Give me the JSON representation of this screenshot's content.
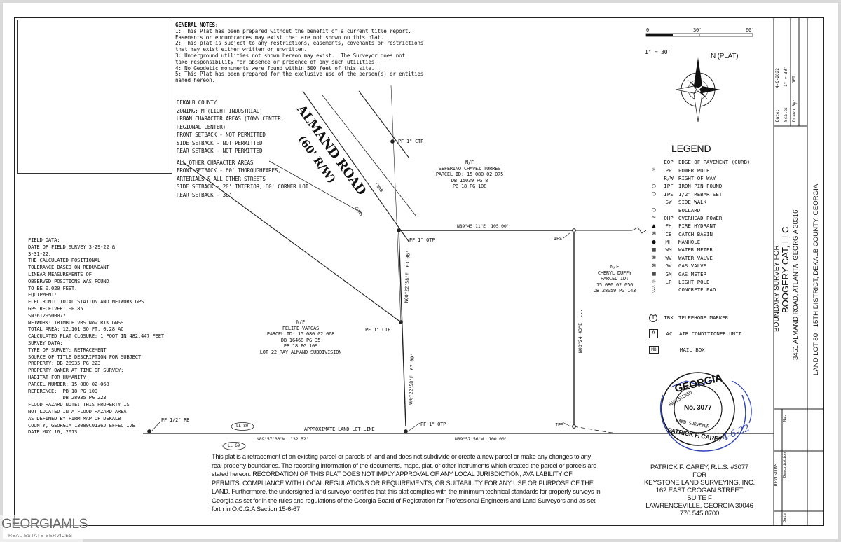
{
  "general_notes": {
    "title": "GENERAL NOTES:",
    "lines": [
      "1: This Plat has been prepared without the benefit of a current title report.",
      "Easements or encumbrances may exist that are not shown on this plat.",
      "2: This plat is subject to any restrictions, easements, covenants or restrictions",
      "that may exist either written or unwritten.",
      "3: Underground utilities not shown hereon may exist.  The Surveyor does not",
      "take responsibility for absence or presence of any such utilities.",
      "4: No Geodetic monuments were found within 500 feet of this site.",
      "5: This Plat has been prepared for the exclusive use of the person(s) or entities",
      "named hereon."
    ]
  },
  "zoning": {
    "lines": [
      "DEKALB COUNTY",
      "ZONING: M (LIGHT INDUSTRIAL)",
      "URBAN CHARACTER AREAS (TOWN CENTER,",
      "REGIONAL CENTER)",
      "FRONT SETBACK - NOT PERMITTED",
      "SIDE SETBACK - NOT PERMITTED",
      "REAR SETBACK - NOT PERMITTED",
      "",
      "ALL OTHER CHARACTER AREAS",
      "FRONT SETBACK - 60' THOROUGHFARES,",
      "ARTERIALS & ALL OTHER STREETS",
      "SIDE SETBACK - 20' INTERIOR, 60' CORNER LOT",
      "REAR SETBACK - 30'"
    ]
  },
  "field_data": {
    "lines": [
      "FIELD DATA:",
      "",
      "DATE OF FIELD SURVEY 3-29-22 &",
      "3-31-22.",
      "",
      "THE CALCULATED POSITIONAL",
      "TOLERANCE BASED ON REDUNDANT",
      "LINEAR MEASUREMENTS OF",
      "OBSERVED POSITIONS WAS FOUND",
      "TO BE 0.020 FEET.",
      "",
      "EQUIPMENT:",
      "ELECTRONIC TOTAL STATION AND NETWORK GPS",
      "GPS RECEIVER: SP 85",
      "SN:6129500077",
      "NETWORK: TRIMBLE VRS Now RTK GNSS",
      "",
      "TOTAL AREA: 12,161 SQ FT, 0.28 AC",
      "",
      "CALCULATED PLAT CLOSURE: 1 FOOT IN 482,447 FEET",
      "",
      "SURVEY DATA:",
      "",
      "TYPE OF SURVEY: RETRACEMENT",
      "SOURCE OF TITLE DESCRIPTION FOR SUBJECT",
      "PROPERTY: DB 28935 PG 223",
      "PROPERTY OWNER AT TIME OF SURVEY:",
      "HABITAT FOR HUMANITY",
      "PARCEL NUMBER: 15-080-02-068",
      "",
      "REFERENCE:  PB 18 PG 109",
      "            DB 28935 PG 223",
      "",
      "FLOOD HAZARD NOTE: THIS PROPERTY IS",
      "NOT LOCATED IN A FLOOD HAZARD AREA",
      "AS DEFINED BY FIRM MAP OF DEKALB",
      "COUNTY, GEORGIA 13089C0136J EFFECTIVE",
      "DATE MAY 16, 2013"
    ]
  },
  "road": {
    "name": "ALMAND ROAD",
    "row": "(60' R/W)",
    "curb": "CURB"
  },
  "parcels": {
    "north": [
      "N/F",
      "SEFERINO CHAVEZ TORRES",
      "PARCEL ID: 15 080 02 075",
      "DB 15039 PG 8",
      "PB 18 PG 108"
    ],
    "subject": [
      "N/F",
      "FELIPE VARGAS",
      "PARCEL ID: 15 080 02 068",
      "DB 16468 PG 35",
      "PB 18 PG 109",
      "LOT 22 RAY ALMAND SUBDIVISION"
    ],
    "east": [
      "N/F",
      "CHERYL DUFFY",
      "PARCEL ID:",
      "15 080 02 056",
      "DB 28059 PG 143"
    ]
  },
  "survey_labels": {
    "pf_1_ctp_top": "PF 1\" CTP",
    "pf_1_otp_mid": "PF 1\" OTP",
    "ips_ne": "IPS",
    "pf_1_ctp_west": "PF 1\" CTP",
    "pf_half_rb": "PF 1/2\" RB",
    "pf_1_otp_south": "PF 1\" OTP",
    "ips_se": "IPS",
    "bearing_north": "N89°45'11\"E  105.00'",
    "bearing_south_w": "N89°57'33\"W  132.52'",
    "bearing_south_e": "N89°57'56\"W  100.00'",
    "bearing_west_a": "N00°22'58\"E  63.06'",
    "bearing_west_b": "N00°22'58\"E  67.00'",
    "bearing_east": "N00°24'43\"E  ...",
    "land_lot_line": "APPROXIMATE LAND LOT LINE",
    "ll80": "LL 80",
    "ll69": "LL 69"
  },
  "scale": {
    "tick0": "0",
    "tick1": "30'",
    "tick2": "60'",
    "ratio": "1\" = 30'"
  },
  "north_arrow": "N (PLAT)",
  "legend": {
    "title": "LEGEND",
    "items": [
      {
        "sym": "",
        "code": "EOP",
        "desc": "EDGE OF PAVEMENT (CURB)"
      },
      {
        "sym": "☼",
        "code": "PP",
        "desc": "POWER POLE"
      },
      {
        "sym": "",
        "code": "R/W",
        "desc": "RIGHT OF WAY"
      },
      {
        "sym": "○",
        "code": "IPF",
        "desc": "IRON PIN FOUND"
      },
      {
        "sym": "○",
        "code": "IPS",
        "desc": "1/2\" REBAR SET"
      },
      {
        "sym": "",
        "code": "SW",
        "desc": "SIDE WALK"
      },
      {
        "sym": "○",
        "code": "",
        "desc": "BOLLARD"
      },
      {
        "sym": "~",
        "code": "OHP",
        "desc": "OVERHEAD POWER"
      },
      {
        "sym": "▲",
        "code": "FH",
        "desc": "FIRE HYDRANT"
      },
      {
        "sym": "⊠",
        "code": "CB",
        "desc": "CATCH BASIN"
      },
      {
        "sym": "●",
        "code": "MH",
        "desc": "MANHOLE"
      },
      {
        "sym": "▦",
        "code": "WM",
        "desc": "WATER METER"
      },
      {
        "sym": "⊠",
        "code": "WV",
        "desc": "WATER VALVE"
      },
      {
        "sym": "⊠",
        "code": "GV",
        "desc": "GAS VALVE"
      },
      {
        "sym": "▦",
        "code": "GM",
        "desc": "GAS METER"
      },
      {
        "sym": "☼",
        "code": "LP",
        "desc": "LIGHT POLE"
      },
      {
        "sym": "░",
        "code": "",
        "desc": "CONCRETE PAD"
      }
    ],
    "extra": [
      {
        "sym": "T",
        "code": "TBX",
        "desc": "TELEPHONE MARKER"
      },
      {
        "sym": "A",
        "code": "AC",
        "desc": "AIR CONDITIONER UNIT"
      },
      {
        "sym": "MB",
        "code": "",
        "desc": "MAIL BOX"
      }
    ]
  },
  "retracement_note": "This plat is a retracement of an existing parcel or parcels of land and does not subdivide or create a new parcel or make any changes to any real property boundaries.  The recording information of the documents, maps, plat, or other instruments which created the parcel or parcels are stated hereon.  RECORDATION OF THIS PLAT DOES NOT IMPLY APPROVAL OF ANY LOCAL JURISDICTION, AVAILABILITY OF PERMITS, COMPLIANCE WITH LOCAL REGULATIONS OR REQUIREMENTS, OR SUITABILITY FOR ANY USE OR PURPOSE OF THE LAND.  Furthermore, the undersigned land surveyor certifies that this plat complies with the minimum technical standards for property surveys in Georgia as set for in the rules and regulations of the Georgia Board of Registration for Professional Engineers and Land Surveyors and as set forth in O.C.G.A Section 15-6-67",
  "surveyor": {
    "lines": [
      "PATRICK F. CAREY, R.L.S. #3077",
      "FOR",
      "KEYSTONE LAND SURVEYING, INC.",
      "162 EAST CROGAN STREET",
      "SUITE F",
      "LAWRENCEVILLE, GEORGIA 30046",
      "770.545.8700"
    ]
  },
  "seal": {
    "state": "GEORGIA",
    "registered": "REGISTERED",
    "number": "No. 3077",
    "surveyor": "LAND SURVEYOR",
    "name": "PATRICK F. CAREY",
    "date": "4-6-22"
  },
  "title_block": {
    "survey_for": "BOUNDARY SURVEY FOR",
    "client": "BOOGERY CAT, LLC",
    "address": "3451 ALMAND ROAD, ATLANTA, GEORGIA 30316",
    "land_lot": "LAND LOT 80 - 15TH DISTRICT, DEKALB COUNTY, GEORGIA",
    "date_label": "Date:",
    "date_value": "4-6-2022",
    "scale_label": "Scale:",
    "scale_value": "1\" = 30'",
    "drawn_label": "Drawn By:",
    "drawn_value": "JFT",
    "revisions": "REVISIONS",
    "rev_desc": "Description",
    "rev_no": "No.",
    "rev_date": "Date"
  },
  "watermark": {
    "brand": "GEORGIAMLS",
    "sub": "REAL ESTATE SERVICES"
  }
}
